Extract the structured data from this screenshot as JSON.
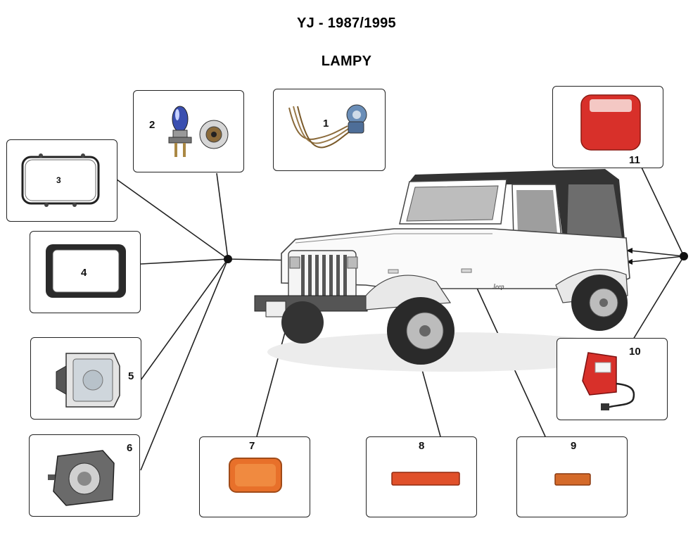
{
  "header": {
    "model": "YJ - 1987/1995",
    "section": "LAMPY"
  },
  "parts": [
    {
      "number": "1",
      "icon": "wiring-socket-icon"
    },
    {
      "number": "2",
      "icon": "headlight-bulb-icon"
    },
    {
      "number": "3",
      "icon": "headlight-seal-icon"
    },
    {
      "number": "4",
      "icon": "headlight-bezel-icon"
    },
    {
      "number": "5",
      "icon": "headlight-lamp-icon"
    },
    {
      "number": "6",
      "icon": "headlight-housing-icon"
    },
    {
      "number": "7",
      "icon": "parking-lamp-icon"
    },
    {
      "number": "8",
      "icon": "side-marker-lamp-icon"
    },
    {
      "number": "9",
      "icon": "small-side-marker-icon"
    },
    {
      "number": "10",
      "icon": "rear-tail-lamp-icon"
    },
    {
      "number": "11",
      "icon": "tail-lamp-lens-icon"
    }
  ],
  "vehicle": {
    "icon": "jeep-wrangler-icon",
    "badge": "Jeep"
  },
  "colors": {
    "lamp_red": "#d8302a",
    "lamp_amber": "#e8702a",
    "line": "#222222"
  }
}
